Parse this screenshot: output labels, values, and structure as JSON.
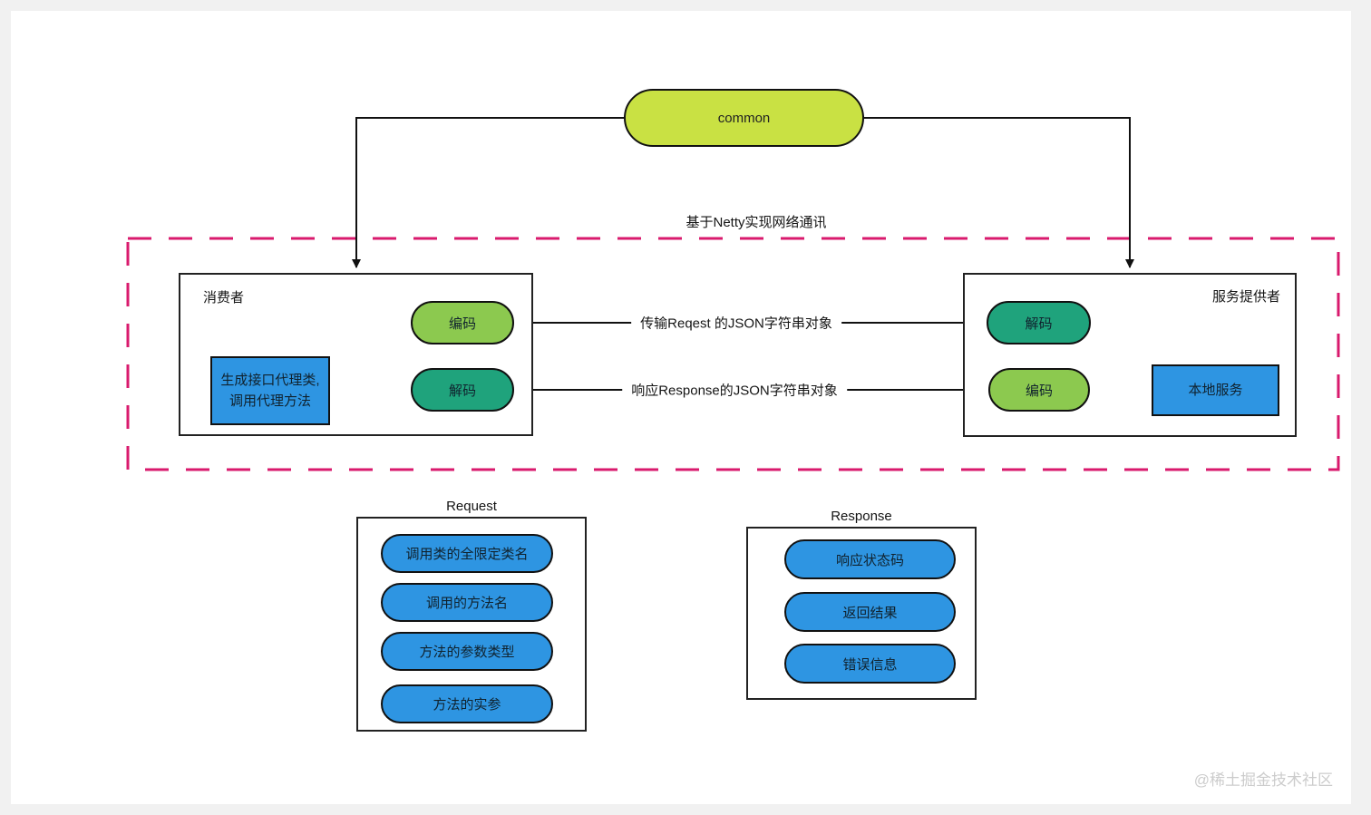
{
  "diagram": {
    "common": "common",
    "netty_title": "基于Netty实现网络通讯",
    "consumer": {
      "title": "消费者",
      "encode": "编码",
      "decode": "解码",
      "proxy": "生成接口代理类,调用代理方法"
    },
    "provider": {
      "title": "服务提供者",
      "decode": "解码",
      "encode": "编码",
      "local_service": "本地服务"
    },
    "arrows": {
      "request_label": "传输Reqest 的JSON字符串对象",
      "response_label": "响应Response的JSON字符串对象"
    },
    "request": {
      "title": "Request",
      "items": [
        "调用类的全限定类名",
        "调用的方法名",
        "方法的参数类型",
        "方法的实参"
      ]
    },
    "response": {
      "title": "Response",
      "items": [
        "响应状态码",
        "返回结果",
        "错误信息"
      ]
    },
    "watermark": "@稀土掘金技术社区",
    "colors": {
      "node_blue": "#2e95e2",
      "node_green": "#8cc94f",
      "node_teal": "#1fa37c",
      "node_lime": "#c9e143",
      "dashed_border_pink": "#d91a6d",
      "line_black": "#111111",
      "watermark_gray": "#cccccc"
    }
  }
}
